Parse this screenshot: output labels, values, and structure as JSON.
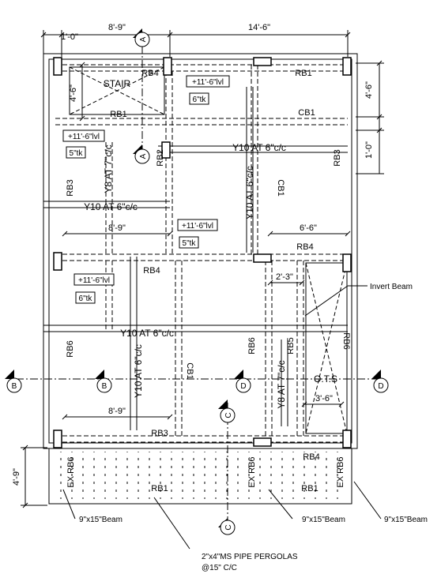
{
  "dimensions": {
    "top_left": "1'-0\"",
    "top_mid": "8'-9\"",
    "top_right": "14'-6\"",
    "right_upper": "4'-6\"",
    "right_lower": "1'-0\"",
    "left_stair": "4'-6\"",
    "bottom_left": "4'-9\"",
    "mid_left": "8'-9\"",
    "mid_right": "6'-6\"",
    "lower_left": "8'-9\"",
    "small_mid": "2'-3\"",
    "ots_width": "3'-6\""
  },
  "beams": {
    "rb4_top": "RB4",
    "rb1_top": "RB1",
    "rb1_stair": "RB1",
    "cb1_top": "CB1",
    "rb2": "RB2",
    "rb3_right": "RB3",
    "rb3_left": "RB3",
    "cb1_mid": "CB1",
    "rb4_mid": "RB4",
    "rb4_lower": "RB4",
    "rb6_left": "RB6",
    "rb6_mid": "RB6",
    "rb5": "RB5",
    "rb6_right": "RB6",
    "cb1_lower": "CB1",
    "rb3_bottom": "RB3",
    "rb4_bottom": "RB4",
    "ex_rb6_left": "EX RB6",
    "ex_rb6_mid": "EX RB6",
    "ex_rb6_right": "EX RB6",
    "rb1_bottom_left": "RB1",
    "rb1_bottom_right": "RB1"
  },
  "rebar": {
    "y10_h_top": "Y10 AT 6\"c/c",
    "y10_h_left": "Y10 AT 6\"c/c",
    "y10_h_mid": "Y10 AT 6\"c/c",
    "y8_v_left": "Y8 AT 7\"c/c",
    "y10_v_right": "Y10 AT 6\"c/c",
    "y10_v_lower": "Y10 AT 6\"c/c",
    "y8_v_right": "Y8 AT 7\"c/c"
  },
  "levels": {
    "lvl_top": "+11'-6\"lvl",
    "tk_top": "6\"tk",
    "lvl_left": "+11'-6\"lvl",
    "tk_left": "5\"tk",
    "lvl_mid": "+11'-6\"lvl",
    "tk_mid": "5\"tk",
    "lvl_lower": "+11'-6\"lvl",
    "tk_lower": "6\"tk"
  },
  "labels": {
    "stair": "STAIR",
    "ots": "O.T.S",
    "invert_beam": "Invert Beam",
    "beam_left": "9\"x15\"Beam",
    "beam_mid": "9\"x15\"Beam",
    "beam_right": "9\"x15\"Beam",
    "pergola_line1": "2\"x4\"MS PIPE PERGOLAS",
    "pergola_line2": "@15\" C/C"
  },
  "sections": {
    "a": "A",
    "b": "B",
    "c": "C",
    "d": "D"
  }
}
